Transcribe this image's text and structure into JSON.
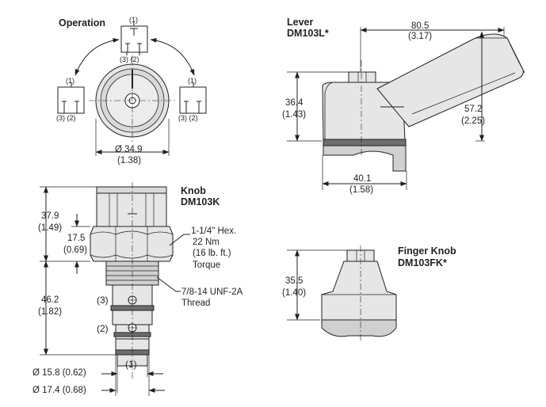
{
  "operation": {
    "title": "Operation",
    "positions": {
      "top": "(1)",
      "top_ports": "(3) (2)",
      "left_num": "(1)",
      "left_ports": "(3)  (2)",
      "right_num": "(1)",
      "right_ports": "(3)  (2)"
    },
    "diameter": "Ø 34.9",
    "diameter_in": "(1.38)"
  },
  "lever": {
    "title": "Lever",
    "model": "DM103L*",
    "width": "80.5",
    "width_in": "(3.17)",
    "height": "36.4",
    "height_in": "(1.43)",
    "total_height": "57.2",
    "total_height_in": "(2.25)",
    "base": "40.1",
    "base_in": "(1.58)"
  },
  "knob": {
    "title": "Knob",
    "model": "DM103K",
    "height": "37.9",
    "height_in": "(1.49)",
    "hex_height": "17.5",
    "hex_height_in": "(0.69)",
    "lower": "46.2",
    "lower_in": "(1.82)",
    "hex_note": [
      "1-1/4\" Hex.",
      "22 Nm",
      "(16 lb. ft.)",
      "Torque"
    ],
    "thread_note": [
      "7/8-14 UNF-2A",
      "Thread"
    ],
    "port3": "(3)",
    "port2": "(2)",
    "port1": "(1)",
    "dia1": "Ø 15.8 (0.62)",
    "dia2": "Ø 17.4 (0.68)"
  },
  "finger_knob": {
    "title": "Finger Knob",
    "model": "DM103FK*",
    "height": "35.5",
    "height_in": "(1.40)"
  }
}
